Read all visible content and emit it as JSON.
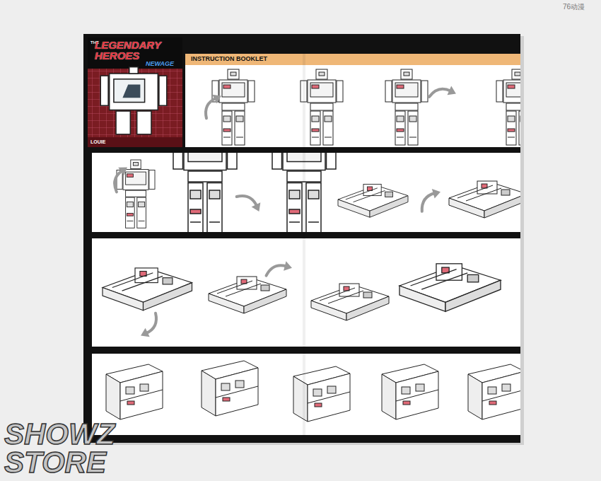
{
  "diagram": {
    "labels": [
      "THE",
      "LEGENDARY HEROES",
      "NEWAGE",
      "LOUIE",
      "INSTRUCTION BOOKLET",
      "76动漫",
      "SHOWZ STORE"
    ]
  }
}
